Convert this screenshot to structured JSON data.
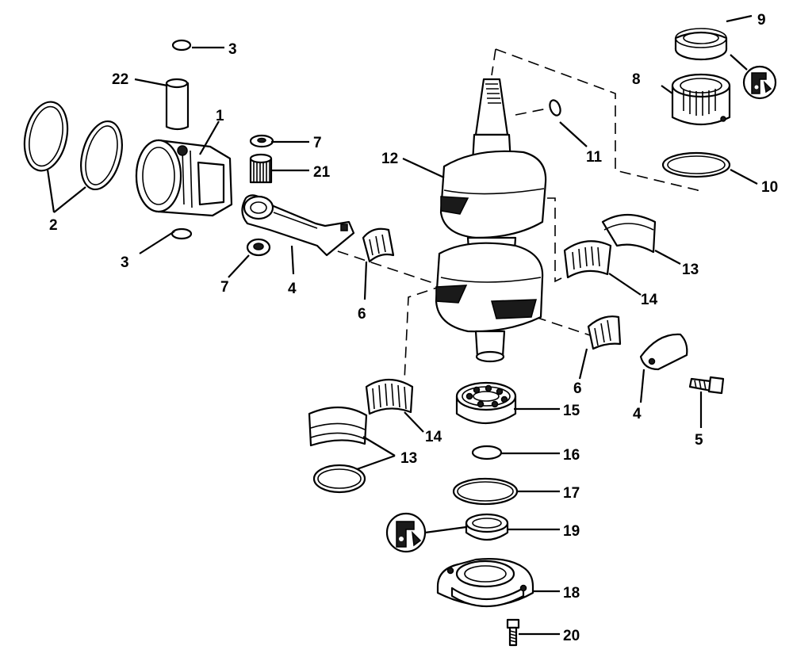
{
  "callouts": {
    "c1": "1",
    "c2": "2",
    "c3a": "3",
    "c3b": "3",
    "c4a": "4",
    "c4b": "4",
    "c5": "5",
    "c6a": "6",
    "c6b": "6",
    "c7a": "7",
    "c7b": "7",
    "c8": "8",
    "c9": "9",
    "c10": "10",
    "c11": "11",
    "c12": "12",
    "c13a": "13",
    "c13b": "13",
    "c14a": "14",
    "c14b": "14",
    "c15": "15",
    "c16": "16",
    "c17": "17",
    "c18": "18",
    "c19": "19",
    "c20": "20",
    "c21": "21",
    "c22": "22"
  },
  "icons": [
    "sealant-icon"
  ]
}
